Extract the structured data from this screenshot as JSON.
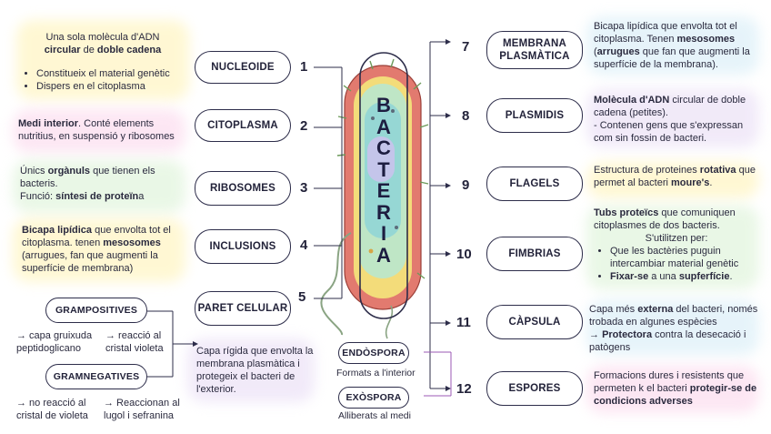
{
  "title_letters": [
    "B",
    "A",
    "C",
    "T",
    "E",
    "R",
    "I",
    "A"
  ],
  "colors": {
    "yellow": "#fff2b0",
    "pink": "#fbd3ea",
    "green": "#d8f1d2",
    "blue": "#d2ebf6",
    "purple": "#e6d9f4",
    "line": "#2d2d4a"
  },
  "left": {
    "nucleoide": {
      "label": "NUCLEOIDE",
      "num": "1",
      "desc_p1": "Una sola molècula d'ADN",
      "desc_b1": "circular",
      "desc_p2": " de ",
      "desc_b2": "doble cadena",
      "bullets": [
        "Constitueix el material genètic",
        "Dispers en el citoplasma"
      ]
    },
    "citoplasma": {
      "label": "CITOPLASMA",
      "num": "2",
      "desc_b1": "Medi interior",
      "desc_p1": ". Conté elements nutritius, en suspensió y ribosomes"
    },
    "ribosomes": {
      "label": "RIBOSOMES",
      "num": "3",
      "desc_p1": "Únics ",
      "desc_b1": "orgànuls",
      "desc_p2": " que tienen els bacteris.",
      "desc_p3": "Funció: ",
      "desc_b2": "síntesi de proteïn",
      "desc_p4": "a"
    },
    "inclusions": {
      "label": "INCLUSIONS",
      "num": "4",
      "desc_b1": "Bicapa lipídica",
      "desc_p1": " que envolta tot el citoplasma. tenen ",
      "desc_b2": "mesosomes",
      "desc_p2": " (arrugues, fan que augmenti la superfície de membrana)"
    },
    "paret": {
      "label": "PARET CELULAR",
      "num": "5",
      "desc": "Capa rígida que envolta la membrana plasmàtica i protegeix el bacteri de l'exterior."
    },
    "grampositives": {
      "label": "GRAMPOSITIVES",
      "note1": "→ capa gruixuda peptidoglicano",
      "note2": "→ reacció al cristal violeta"
    },
    "gramnegatives": {
      "label": "GRAMNEGATIVES",
      "note1": "→ no reacció al cristal de violeta",
      "note2": "→ Reaccionan al lugol i sefranina"
    }
  },
  "spores": {
    "endospora": {
      "label": "ENDÒSPORA",
      "caption": "Formats a l'interior"
    },
    "exospora": {
      "label": "EXÒSPORA",
      "caption": "Alliberats al medi"
    }
  },
  "right": {
    "membrana": {
      "label1": "MEMBRANA",
      "label2": "PLASMÀTICA",
      "num": "7",
      "desc_p1": "Bicapa lipídica que envolta tot el citoplasma. Tenen ",
      "desc_b1": "mesosomes",
      "desc_p2": " (",
      "desc_b2": "arrugues",
      "desc_p3": " que fan que augmenti la superfície de la membrana)."
    },
    "plasmidis": {
      "label": "PLASMIDIS",
      "num": "8",
      "desc_b1": "Molècula d'ADN",
      "desc_p1": " circular de doble cadena (petites).",
      "desc_p2": " - Contenen gens que s'expressan com sin fossin de bacteri."
    },
    "flagels": {
      "label": "FLAGELS",
      "num": "9",
      "desc_p1": "Estructura de proteines ",
      "desc_b1": "rotativa",
      "desc_p2": " que permet al bacteri ",
      "desc_b2": "moure's",
      "desc_p3": "."
    },
    "fimbrias": {
      "label": "FIMBRIAS",
      "num": "10",
      "desc_b1": "Tubs proteïcs",
      "desc_p1": " que comuniquen citoplasmes de dos bacteris.",
      "desc_p2": "S'utilitzen per:",
      "b1_p": "Que les bactèries puguin intercambiar material genètic",
      "b2_b": "Fixar-se",
      "b2_p1": " a una ",
      "b2_b2": "supferfície",
      "b2_p2": "."
    },
    "capsula": {
      "label": "CÀPSULA",
      "num": "11",
      "desc_p0": "Capa més ",
      "desc_b1": "externa",
      "desc_p1": " del bacteri, només trobada en algunes espècies",
      "desc_p2": "→ ",
      "desc_b2": "Protectora",
      "desc_p3": " contra la desecació i patògens"
    },
    "espores": {
      "label": "ESPORES",
      "num": "12",
      "desc_p1": "Formacions dures i resistents que permeten k el bacteri ",
      "desc_b1": "protegir-se de condicions adverses"
    }
  }
}
